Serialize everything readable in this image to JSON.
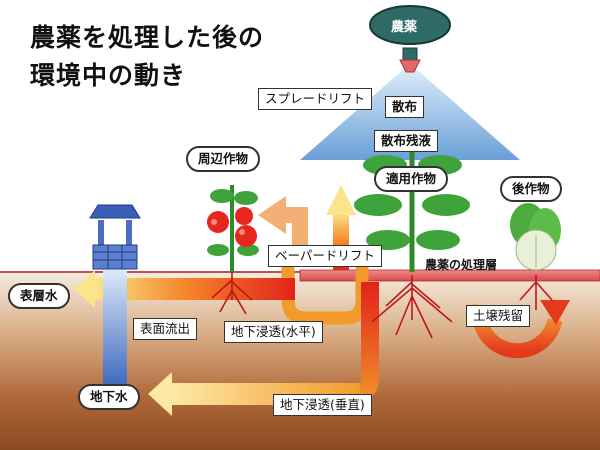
{
  "title": {
    "line1": "農薬を処理した後の",
    "line2": "環境中の動き"
  },
  "labels": {
    "pesticide": "農薬",
    "spray_drift": "スプレードリフト",
    "spraying": "散布",
    "spray_residue": "散布残液",
    "target_crop": "適用作物",
    "surrounding_crops": "周辺作物",
    "following_crop": "後作物",
    "vapor_drift": "ベーパードリフト",
    "treated_layer": "農薬の処理層",
    "surface_water": "表層水",
    "surface_runoff": "表面流出",
    "horizontal_leaching": "地下浸透(水平)",
    "soil_residue": "土壌残留",
    "groundwater": "地下水",
    "vertical_leaching": "地下浸透(垂直)"
  },
  "colors": {
    "sky": "#ffffff",
    "ground_top": "#f4eadc",
    "ground_bottom": "#8a4a22",
    "nozzle": "#2e6b66",
    "spray_cone": "#5f9fd6",
    "arrow_red": "#e3221a",
    "arrow_orange": "#f7a23a",
    "arrow_yellow": "#fbe58a",
    "groundwater_blue": "#1e4fb0",
    "root": "#c01818",
    "leaf": "#3da33a",
    "tomato": "#e6261f"
  },
  "icons": {
    "nozzle": "spray-nozzle-icon",
    "well": "water-well-icon",
    "tomato_plant": "tomato-plant-icon",
    "bean_plant": "bean-plant-icon",
    "cabbage": "chinese-cabbage-icon"
  }
}
